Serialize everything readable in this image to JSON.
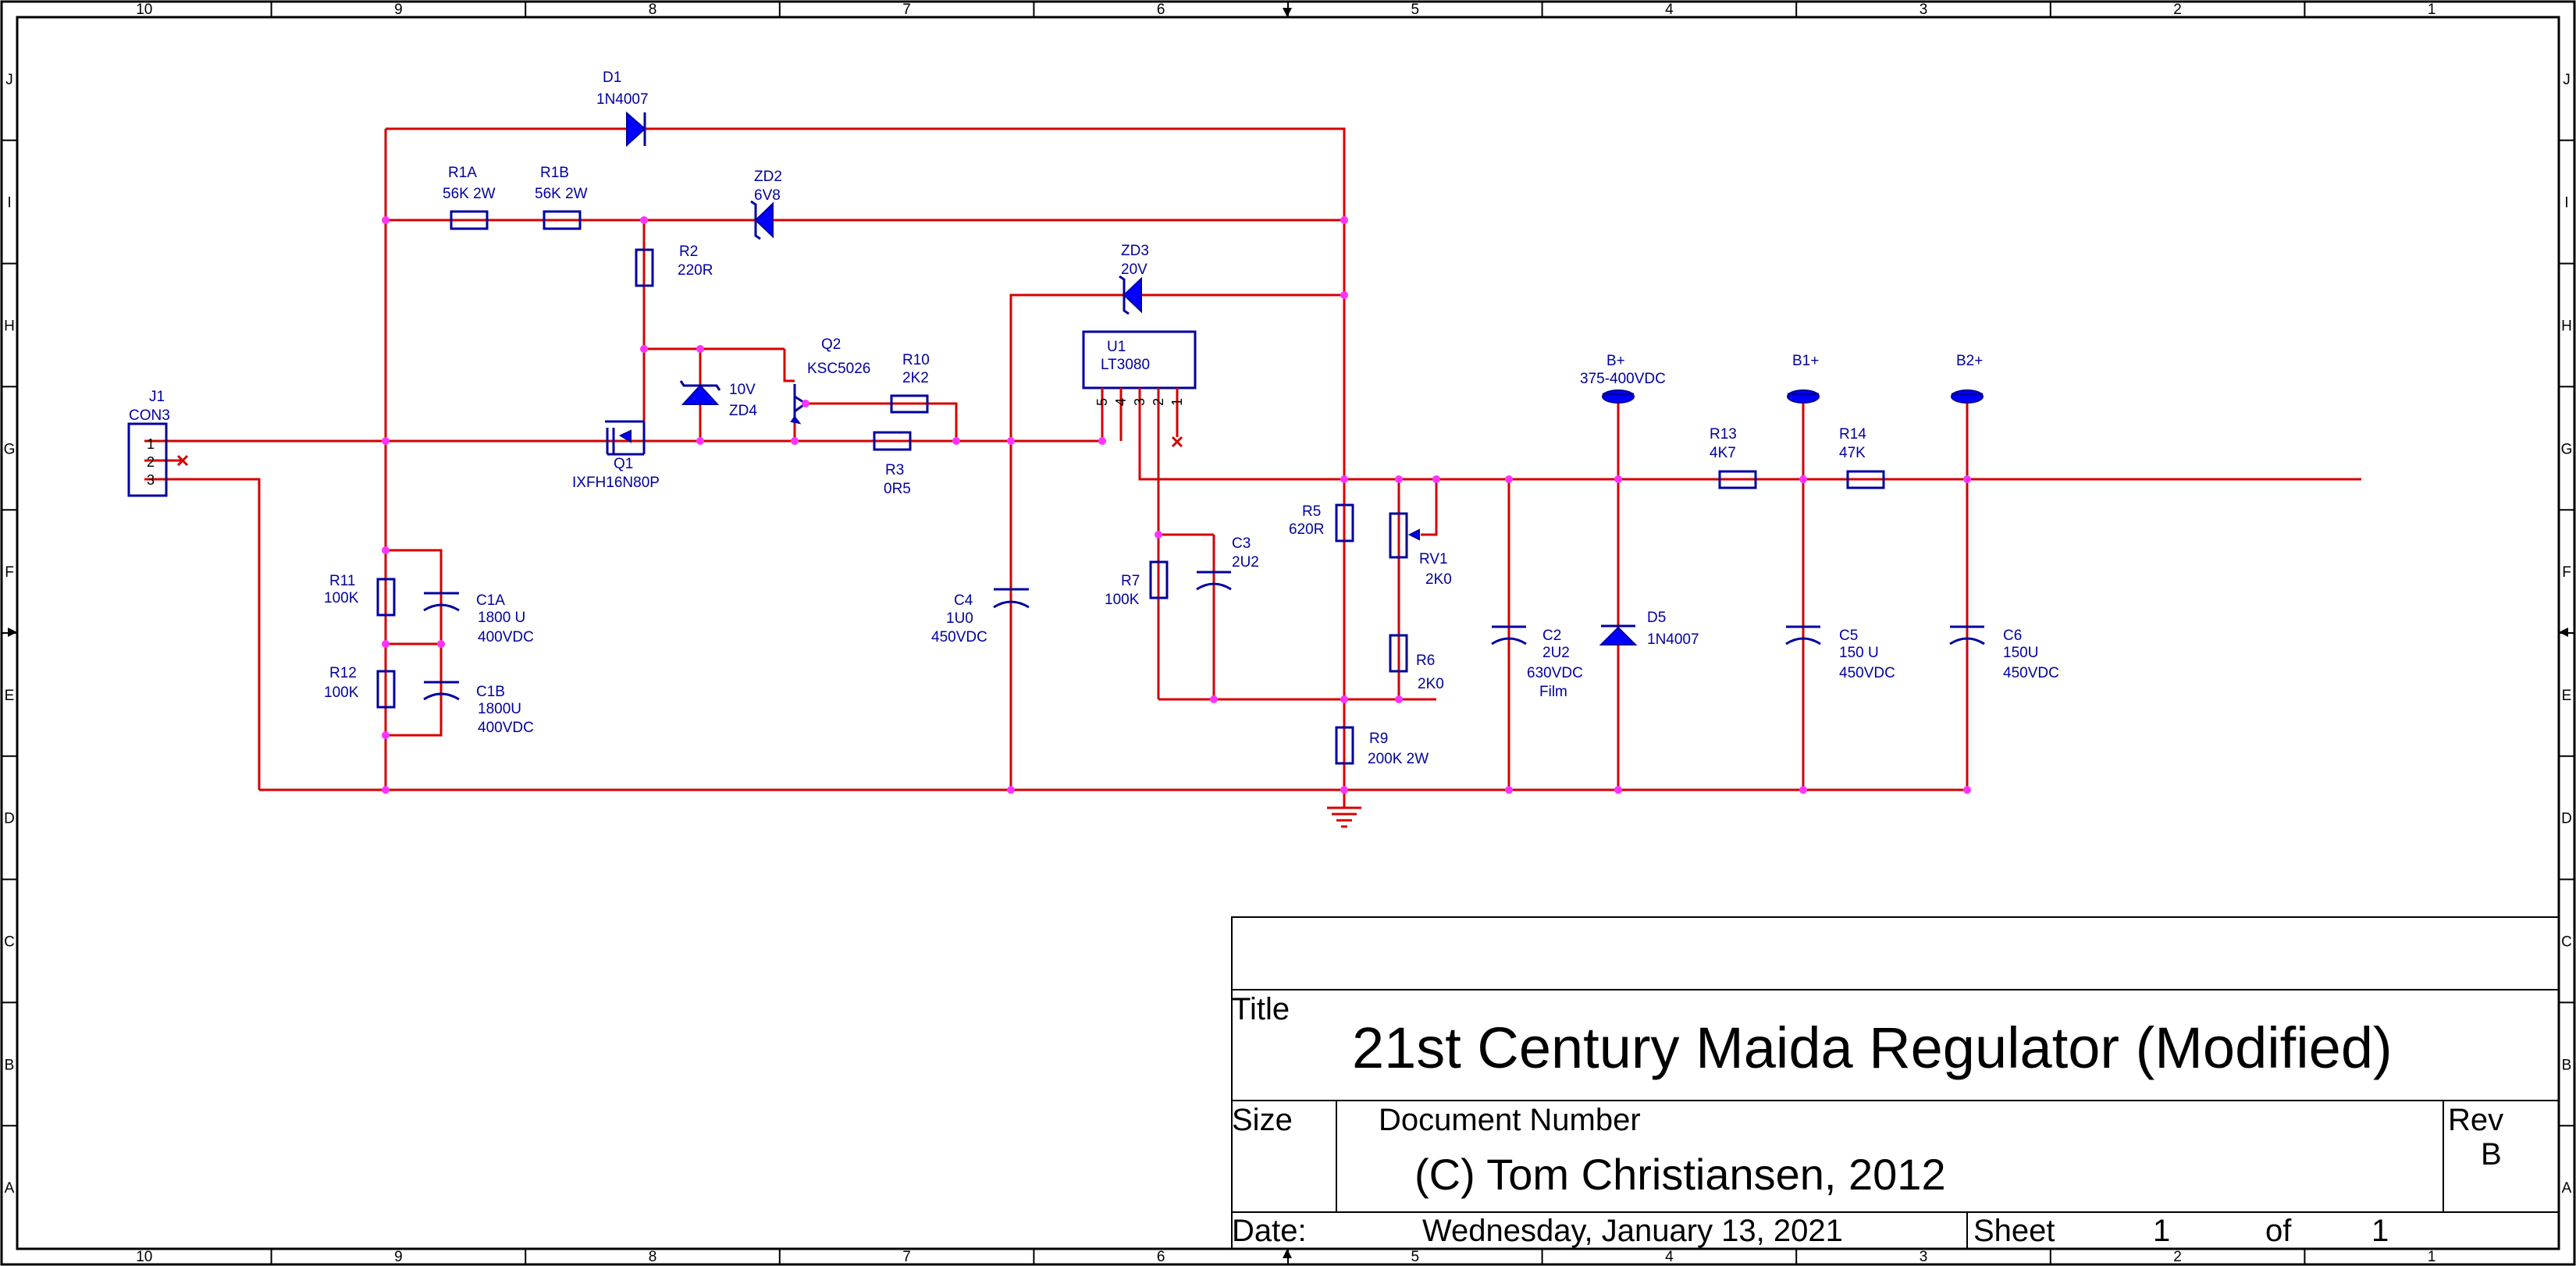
{
  "frame": {
    "col_labels": [
      "10",
      "9",
      "8",
      "7",
      "6",
      "5",
      "4",
      "3",
      "2",
      "1"
    ],
    "row_labels": [
      "J",
      "I",
      "H",
      "G",
      "F",
      "E",
      "D",
      "C",
      "B",
      "A"
    ]
  },
  "components": {
    "D1": {
      "ref": "D1",
      "value": "1N4007"
    },
    "R1A": {
      "ref": "R1A",
      "value": "56K 2W"
    },
    "R1B": {
      "ref": "R1B",
      "value": "56K 2W"
    },
    "ZD2": {
      "ref": "ZD2",
      "value": "6V8"
    },
    "R2": {
      "ref": "R2",
      "value": "220R"
    },
    "ZD3": {
      "ref": "ZD3",
      "value": "20V"
    },
    "U1": {
      "ref": "U1",
      "value": "LT3080",
      "pins": [
        "5",
        "4",
        "3",
        "2",
        "1"
      ]
    },
    "Q2": {
      "ref": "Q2",
      "value": "KSC5026"
    },
    "R10": {
      "ref": "R10",
      "value": "2K2"
    },
    "ZD4": {
      "ref": "ZD4",
      "value": "10V"
    },
    "Q1": {
      "ref": "Q1",
      "value": "IXFH16N80P"
    },
    "R3": {
      "ref": "R3",
      "value": "0R5"
    },
    "J1": {
      "ref": "J1",
      "value": "CON3",
      "pins": [
        "1",
        "2",
        "3"
      ]
    },
    "R11": {
      "ref": "R11",
      "value": "100K"
    },
    "R12": {
      "ref": "R12",
      "value": "100K"
    },
    "C1A": {
      "ref": "C1A",
      "value": "1800 U",
      "rating": "400VDC"
    },
    "C1B": {
      "ref": "C1B",
      "value": "1800U",
      "rating": "400VDC"
    },
    "C4": {
      "ref": "C4",
      "value": "1U0",
      "rating": "450VDC"
    },
    "R7": {
      "ref": "R7",
      "value": "100K"
    },
    "C3": {
      "ref": "C3",
      "value": "2U2"
    },
    "R5": {
      "ref": "R5",
      "value": "620R"
    },
    "RV1": {
      "ref": "RV1",
      "value": "2K0"
    },
    "R6": {
      "ref": "R6",
      "value": "2K0"
    },
    "R9": {
      "ref": "R9",
      "value": "200K 2W"
    },
    "C2": {
      "ref": "C2",
      "value": "2U2",
      "rating": "630VDC",
      "note": "Film"
    },
    "D5": {
      "ref": "D5",
      "value": "1N4007"
    },
    "Bplus": {
      "ref": "B+",
      "value": "375-400VDC"
    },
    "R13": {
      "ref": "R13",
      "value": "4K7"
    },
    "B1plus": {
      "ref": "B1+"
    },
    "R14": {
      "ref": "R14",
      "value": "47K"
    },
    "B2plus": {
      "ref": "B2+"
    },
    "C5": {
      "ref": "C5",
      "value": "150 U",
      "rating": "450VDC"
    },
    "C6": {
      "ref": "C6",
      "value": "150U",
      "rating": "450VDC"
    }
  },
  "title_block": {
    "title_label": "Title",
    "title": "21st Century Maida Regulator (Modified)",
    "size_label": "Size",
    "docnum_label": "Document Number",
    "docnum": "(C) Tom Christiansen, 2012",
    "rev_label": "Rev",
    "rev": "B",
    "date_label": "Date:",
    "date": "Wednesday, January 13, 2021",
    "sheet_label": "Sheet",
    "sheet_num": "1",
    "of_label": "of",
    "sheet_total": "1"
  },
  "colors": {
    "wire": "#d40000",
    "component": "#0000a0",
    "junction": "#ff33ff",
    "frame": "#000000"
  }
}
